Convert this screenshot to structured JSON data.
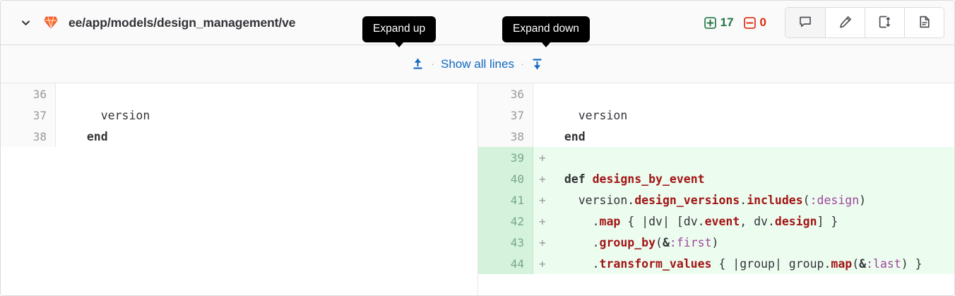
{
  "header": {
    "collapse_icon": "chevron-down-icon",
    "file_type_icon": "ruby-gem-icon",
    "file_path": "ee/app/models/design_management/ve",
    "stats": {
      "additions_icon": "square-plus-icon",
      "additions": "17",
      "deletions_icon": "square-minus-icon",
      "deletions": "0",
      "additions_color": "#217645",
      "deletions_color": "#dd2b0e"
    },
    "actions": [
      {
        "name": "comment-icon",
        "title": "Comment"
      },
      {
        "name": "pencil-icon",
        "title": "Edit"
      },
      {
        "name": "file-compare-icon",
        "title": "Compare"
      },
      {
        "name": "file-document-icon",
        "title": "View file"
      }
    ]
  },
  "expand_row": {
    "expand_up_icon": "arrow-up-to-line-icon",
    "expand_down_icon": "arrow-down-to-line-icon",
    "show_all_label": "Show all lines",
    "separator": "·",
    "link_color": "#1068bf"
  },
  "tooltips": {
    "expand_up": "Expand up",
    "expand_down": "Expand down"
  },
  "diff": {
    "left": {
      "rows": [
        {
          "num": "36",
          "marker": "",
          "type": "context",
          "tokens": []
        },
        {
          "num": "37",
          "marker": "",
          "type": "context",
          "tokens": [
            {
              "t": "    version",
              "c": "plain"
            }
          ]
        },
        {
          "num": "38",
          "marker": "",
          "type": "context",
          "tokens": [
            {
              "t": "  ",
              "c": "plain"
            },
            {
              "t": "end",
              "c": "kw"
            }
          ]
        }
      ]
    },
    "right": {
      "rows": [
        {
          "num": "36",
          "marker": "",
          "type": "context",
          "tokens": []
        },
        {
          "num": "37",
          "marker": "",
          "type": "context",
          "tokens": [
            {
              "t": "    version",
              "c": "plain"
            }
          ]
        },
        {
          "num": "38",
          "marker": "",
          "type": "context",
          "tokens": [
            {
              "t": "  ",
              "c": "plain"
            },
            {
              "t": "end",
              "c": "kw"
            }
          ]
        },
        {
          "num": "39",
          "marker": "+",
          "type": "added",
          "tokens": []
        },
        {
          "num": "40",
          "marker": "+",
          "type": "added",
          "tokens": [
            {
              "t": "  ",
              "c": "plain"
            },
            {
              "t": "def",
              "c": "kw"
            },
            {
              "t": " ",
              "c": "plain"
            },
            {
              "t": "designs_by_event",
              "c": "meth"
            }
          ]
        },
        {
          "num": "41",
          "marker": "+",
          "type": "added",
          "tokens": [
            {
              "t": "    version.",
              "c": "plain"
            },
            {
              "t": "design_versions",
              "c": "meth"
            },
            {
              "t": ".",
              "c": "plain"
            },
            {
              "t": "includes",
              "c": "meth"
            },
            {
              "t": "(",
              "c": "plain"
            },
            {
              "t": ":design",
              "c": "sym"
            },
            {
              "t": ")",
              "c": "plain"
            }
          ]
        },
        {
          "num": "42",
          "marker": "+",
          "type": "added",
          "tokens": [
            {
              "t": "      .",
              "c": "plain"
            },
            {
              "t": "map",
              "c": "meth"
            },
            {
              "t": " { |dv| [dv.",
              "c": "plain"
            },
            {
              "t": "event",
              "c": "meth"
            },
            {
              "t": ", dv.",
              "c": "plain"
            },
            {
              "t": "design",
              "c": "meth"
            },
            {
              "t": "] }",
              "c": "plain"
            }
          ]
        },
        {
          "num": "43",
          "marker": "+",
          "type": "added",
          "tokens": [
            {
              "t": "      .",
              "c": "plain"
            },
            {
              "t": "group_by",
              "c": "meth"
            },
            {
              "t": "(",
              "c": "plain"
            },
            {
              "t": "&",
              "c": "amp"
            },
            {
              "t": ":first",
              "c": "sym"
            },
            {
              "t": ")",
              "c": "plain"
            }
          ]
        },
        {
          "num": "44",
          "marker": "+",
          "type": "added",
          "tokens": [
            {
              "t": "      .",
              "c": "plain"
            },
            {
              "t": "transform_values",
              "c": "meth"
            },
            {
              "t": " { |group| group.",
              "c": "plain"
            },
            {
              "t": "map",
              "c": "meth"
            },
            {
              "t": "(",
              "c": "plain"
            },
            {
              "t": "&",
              "c": "amp"
            },
            {
              "t": ":last",
              "c": "sym"
            },
            {
              "t": ") }",
              "c": "plain"
            }
          ]
        }
      ]
    }
  }
}
